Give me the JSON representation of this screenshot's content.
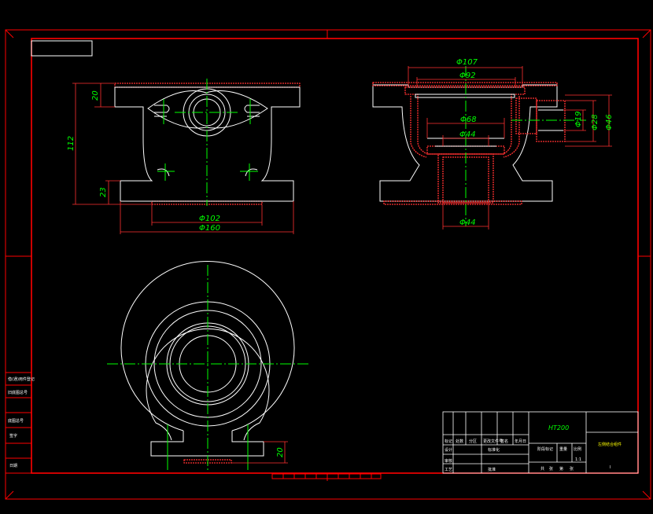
{
  "colors": {
    "background": "#000000",
    "frame": "#ff0000",
    "outline": "#ffffff",
    "centerline": "#00ff00",
    "dimension": "#00ff00",
    "hatch": "#ff3030",
    "title_text": "#ffffff",
    "material_text": "#00ff00",
    "part_name_text": "#ffff00"
  },
  "front_view": {
    "dims": {
      "d102": "Φ102",
      "d160": "Φ160",
      "h20": "20",
      "h112": "112",
      "h23": "23"
    }
  },
  "section_view": {
    "dims": {
      "d107": "Φ107",
      "d92": "Φ92",
      "d68": "Φ68",
      "d44_top": "Φ44",
      "d44_bottom": "Φ44",
      "d19": "Φ19",
      "d28": "Φ28",
      "d46": "Φ46"
    }
  },
  "top_view": {
    "dims": {
      "h20": "20"
    }
  },
  "title_block": {
    "material": "HT200",
    "part_name": "左侧结合组件",
    "scale": "1:1",
    "sheet": "Ⅰ",
    "header_row": [
      "标记",
      "处数",
      "分区",
      "更改文件号",
      "签名",
      "年月日"
    ],
    "row_labels": [
      "设计",
      "审核",
      "工艺"
    ],
    "std_label": "标准化",
    "approve_label": "批准",
    "stage_label": "阶段标记",
    "weight_label": "重量",
    "ratio_label": "比例",
    "footer": [
      "共",
      "张",
      "第",
      "张"
    ]
  },
  "side_table": {
    "labels": [
      "借(通)用件登记",
      "旧底图总号",
      "底图总号",
      "签字",
      "日期"
    ]
  }
}
